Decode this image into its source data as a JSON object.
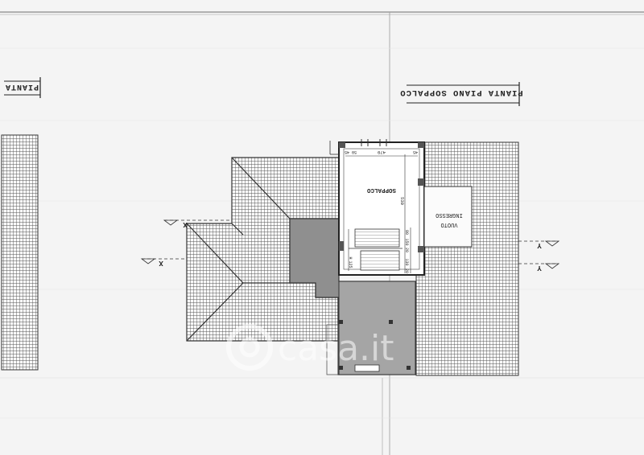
{
  "sheet": {
    "title_right": "PIANTA PIANO SOPPALCO",
    "title_left": "PIANTA",
    "watermark": "casa.it"
  },
  "plan": {
    "room_soppalco": "SOPPALCO",
    "void_line1": "VUOTO",
    "void_line2": "INGRESSO",
    "dim_width": "470",
    "dim_left": "45",
    "dim_mid": "50",
    "dim_right": "45",
    "dim_height": "530",
    "dim_stair1": "80",
    "dim_stair2": "150",
    "dim_stair3": "20",
    "dim_stair4": "130",
    "dim_stair5": "20",
    "stair_h": "H",
    "stair_val": "125"
  },
  "section_marks": {
    "x_label": "X",
    "y_label": "Y"
  },
  "colors": {
    "paper": "#f4f4f4",
    "tile": "#555555",
    "dark_floor": "#8f8f8f",
    "light_floor": "#a9a9a9"
  }
}
